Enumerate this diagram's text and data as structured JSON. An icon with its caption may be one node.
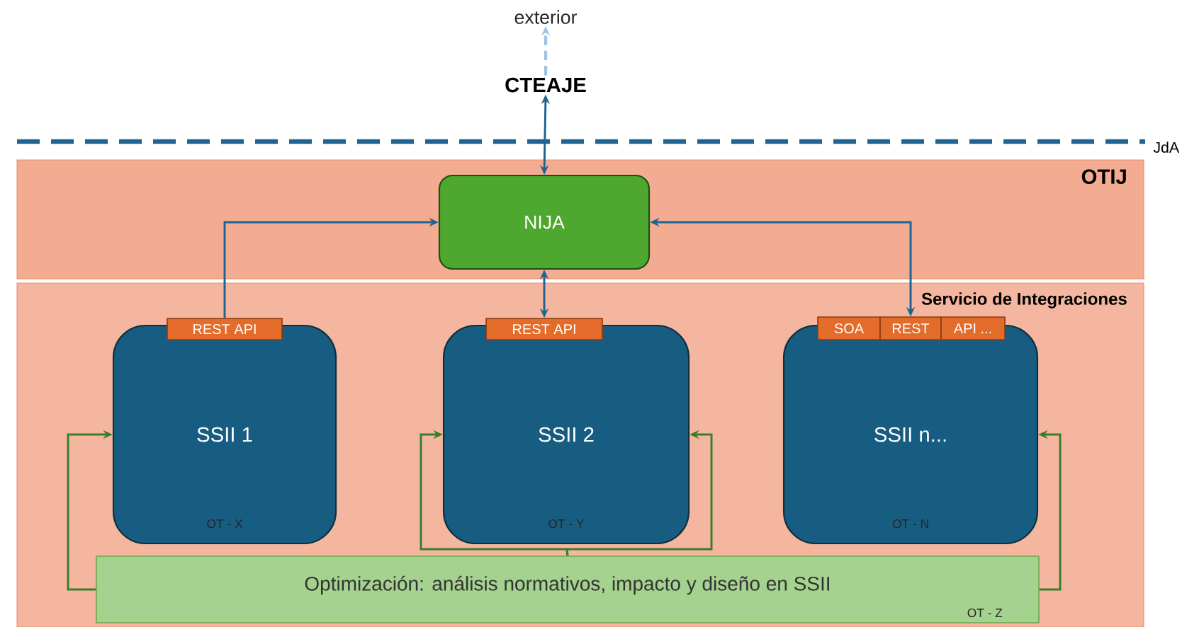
{
  "diagram": {
    "nodes": [
      {
        "text": [
          "exterior"
        ]
      },
      {
        "text": [
          "CTEAJE"
        ]
      },
      {
        "text": [
          "OTIJ"
        ]
      },
      {
        "text": [
          "NIJA"
        ],
        "in": 2
      },
      {
        "text": [
          "Servicio de Integraciones"
        ]
      },
      {
        "text": [
          "SSII 1",
          "OT - X"
        ],
        "in": 4
      },
      {
        "text": [
          "REST API"
        ],
        "in": 4
      },
      {
        "text": [
          "SSII 2",
          "OT - Y"
        ],
        "in": 4
      },
      {
        "text": [
          "REST API"
        ],
        "in": 4
      },
      {
        "text": [
          "SSII n...",
          "OT - N"
        ],
        "in": 4
      },
      {
        "text": [
          "SOA"
        ],
        "in": 4
      },
      {
        "text": [
          "REST"
        ],
        "in": 4
      },
      {
        "text": [
          "API ..."
        ],
        "in": 4
      },
      {
        "text": [
          "Optimización: análisis normativos, impacto y diseño en SSII",
          "OT - Z"
        ],
        "in": 4
      }
    ],
    "edges": [
      {
        "from": 1,
        "to": 0,
        "arrow": "to",
        "style": "dashed",
        "color": "#9dc3e6"
      },
      {
        "from": 1,
        "to": 3,
        "arrow": "both"
      },
      {
        "from": 6,
        "to": 3,
        "arrow": "to"
      },
      {
        "from": 3,
        "to": 8,
        "arrow": "both"
      },
      {
        "from": 3,
        "to": 11,
        "arrow": "both"
      },
      {
        "from": 13,
        "to": 5,
        "arrow": "to",
        "color": "#3a7d2c"
      },
      {
        "from": 13,
        "to": 7,
        "arrow": "to",
        "color": "#3a7d2c"
      },
      {
        "from": 13,
        "to": 7,
        "arrow": "to",
        "color": "#3a7d2c"
      },
      {
        "from": 13,
        "to": 9,
        "arrow": "to",
        "color": "#3a7d2c"
      }
    ],
    "labels": [
      "JdA"
    ]
  }
}
